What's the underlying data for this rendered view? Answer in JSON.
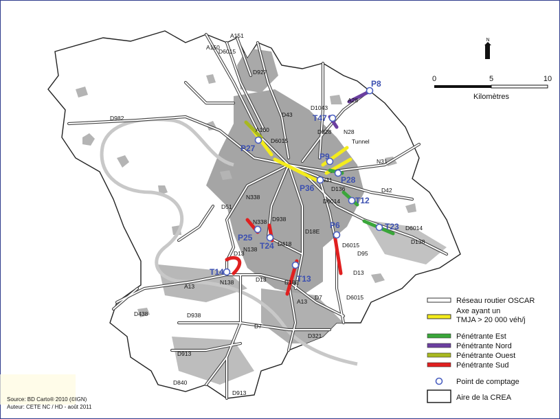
{
  "north": {
    "letter": "N",
    "icon": "north-arrow-icon"
  },
  "scale": {
    "ticks": [
      "0",
      "5",
      "10"
    ],
    "unit": "Kilomètres"
  },
  "legend": {
    "items": [
      {
        "key": "oscar",
        "label": "Réseau routier OSCAR"
      },
      {
        "key": "tmja",
        "label_line1": "Axe ayant un",
        "label_line2": "TMJA > 20 000 véh/j"
      },
      {
        "key": "est",
        "label": "Pénétrante Est",
        "color": "#3aa63a"
      },
      {
        "key": "nord",
        "label": "Pénétrante Nord",
        "color": "#6b3fa0"
      },
      {
        "key": "ouest",
        "label": "Pénétrante Ouest",
        "color": "#a8b820"
      },
      {
        "key": "sud",
        "label": "Pénétrante Sud",
        "color": "#e02020"
      },
      {
        "key": "point",
        "label": "Point de comptage",
        "color": "#4a5fc0"
      },
      {
        "key": "crea",
        "label": "Aire de la CREA"
      }
    ]
  },
  "source": {
    "line1": "Source: BD Carto® 2010 (©IGN)",
    "line2": "Auteur: CETE NC / HD - août 2011"
  },
  "points": [
    "P8",
    "T47",
    "P27",
    "P9",
    "P28",
    "P36",
    "T12",
    "T23",
    "P6",
    "P25",
    "T24",
    "T14",
    "T13"
  ],
  "roads": [
    "A151",
    "A150",
    "D6015",
    "D927",
    "D43",
    "D1043",
    "A28",
    "D928",
    "N28",
    "Tunnel",
    "D982",
    "A150",
    "D6015",
    "N31",
    "D42",
    "N31",
    "D136",
    "D6014",
    "N338",
    "D51",
    "N338",
    "D938",
    "D418",
    "D18E",
    "D6015",
    "D95",
    "D6014",
    "D138",
    "D13",
    "N138",
    "D13",
    "D18E",
    "A13",
    "A13",
    "N138",
    "D7",
    "D13",
    "D6015",
    "D438",
    "D938",
    "D7",
    "D321",
    "D913",
    "D840",
    "D913"
  ],
  "colors": {
    "frame": "#2e3a8c",
    "urban": "#9a9a9a",
    "urban_light": "#c4c4c4",
    "yellow": "#f4ec1c",
    "point": "#4a5fc0",
    "river": "#bdbdbd"
  }
}
